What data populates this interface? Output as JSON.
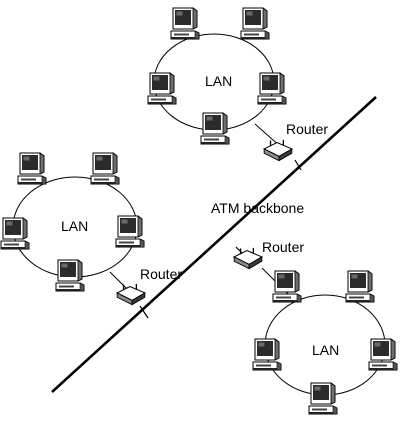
{
  "labels": {
    "lan_top": "LAN",
    "lan_left": "LAN",
    "lan_bottom": "LAN",
    "router_top": "Router",
    "router_left": "Router",
    "router_bottom": "Router",
    "backbone": "ATM backbone"
  },
  "icons": {
    "workstation": "computer-icon",
    "router": "router-icon"
  },
  "colors": {
    "line": "#000000",
    "background": "#ffffff"
  }
}
